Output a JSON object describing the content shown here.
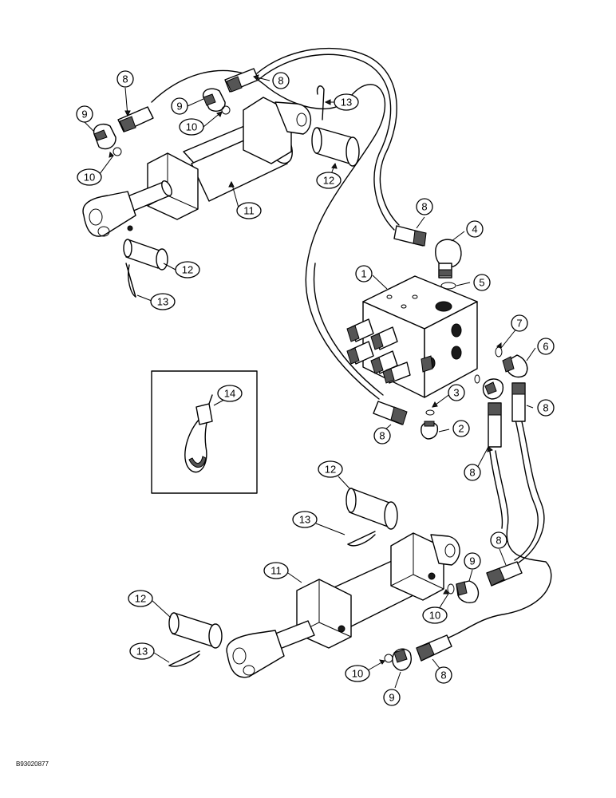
{
  "diagram": {
    "document_id": "B93020877",
    "callouts": [
      {
        "id": "c-8a",
        "label": "8"
      },
      {
        "id": "c-8b",
        "label": "8"
      },
      {
        "id": "c-9a",
        "label": "9"
      },
      {
        "id": "c-9b",
        "label": "9"
      },
      {
        "id": "c-13a",
        "label": "13"
      },
      {
        "id": "c-10a",
        "label": "10"
      },
      {
        "id": "c-10b",
        "label": "10"
      },
      {
        "id": "c-12a",
        "label": "12"
      },
      {
        "id": "c-11a",
        "label": "11"
      },
      {
        "id": "c-8c",
        "label": "8"
      },
      {
        "id": "c-4",
        "label": "4"
      },
      {
        "id": "c-12b",
        "label": "12"
      },
      {
        "id": "c-13b",
        "label": "13"
      },
      {
        "id": "c-1",
        "label": "1"
      },
      {
        "id": "c-5",
        "label": "5"
      },
      {
        "id": "c-7",
        "label": "7"
      },
      {
        "id": "c-6",
        "label": "6"
      },
      {
        "id": "c-14",
        "label": "14"
      },
      {
        "id": "c-3",
        "label": "3"
      },
      {
        "id": "c-8d",
        "label": "8"
      },
      {
        "id": "c-2",
        "label": "2"
      },
      {
        "id": "c-8e",
        "label": "8"
      },
      {
        "id": "c-8f",
        "label": "8"
      },
      {
        "id": "c-12c",
        "label": "12"
      },
      {
        "id": "c-13c",
        "label": "13"
      },
      {
        "id": "c-8g",
        "label": "8"
      },
      {
        "id": "c-11b",
        "label": "11"
      },
      {
        "id": "c-9c",
        "label": "9"
      },
      {
        "id": "c-12d",
        "label": "12"
      },
      {
        "id": "c-10c",
        "label": "10"
      },
      {
        "id": "c-13d",
        "label": "13"
      },
      {
        "id": "c-10d",
        "label": "10"
      },
      {
        "id": "c-8h",
        "label": "8"
      },
      {
        "id": "c-9d",
        "label": "9"
      }
    ]
  }
}
